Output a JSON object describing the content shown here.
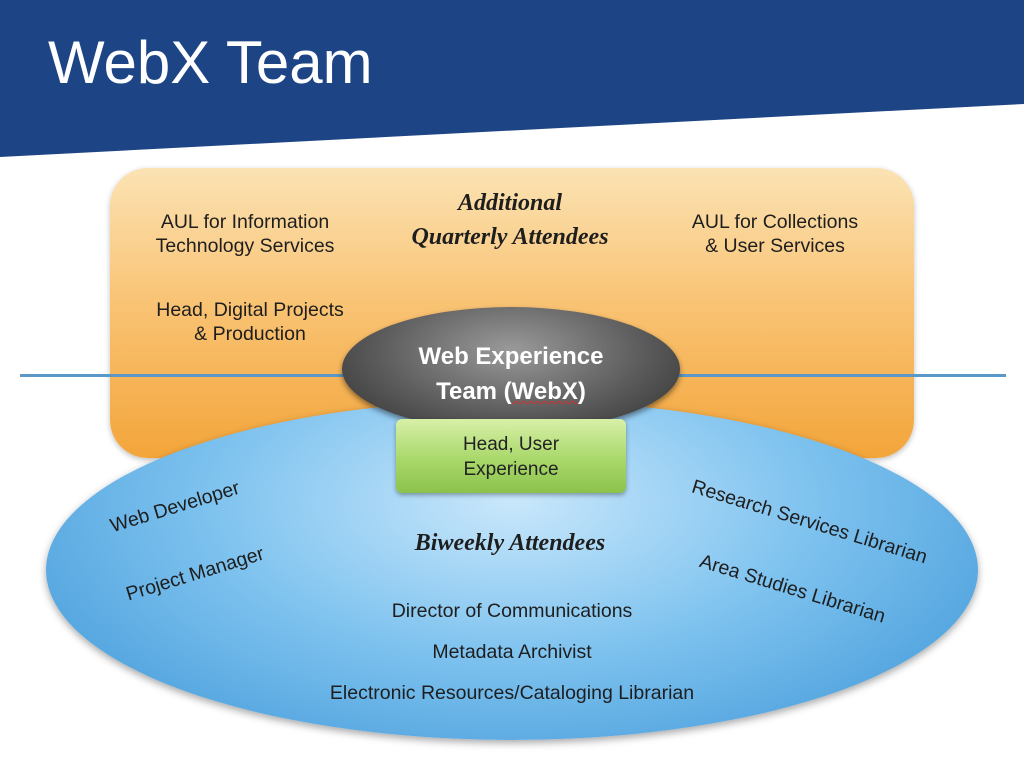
{
  "slide": {
    "title": "WebX Team"
  },
  "quarterly": {
    "heading_line1": "Additional",
    "heading_line2": "Quarterly Attendees",
    "aul_its_line1": "AUL for Information",
    "aul_its_line2": "Technology Services",
    "aul_collections_line1": "AUL for Collections",
    "aul_collections_line2": "& User Services",
    "head_digital_line1": "Head, Digital Projects",
    "head_digital_line2": "& Production"
  },
  "core": {
    "line1": "Web Experience",
    "line2_prefix": "Team (",
    "line2_word": "WebX",
    "line2_suffix": ")"
  },
  "head_ux": {
    "line1": "Head, User",
    "line2": "Experience"
  },
  "biweekly": {
    "heading": "Biweekly Attendees",
    "web_developer": "Web Developer",
    "project_manager": "Project Manager",
    "research_services": "Research Services Librarian",
    "area_studies": "Area Studies Librarian",
    "director_comms": "Director of Communications",
    "metadata_archivist": "Metadata Archivist",
    "electronic_resources": "Electronic Resources/Cataloging Librarian"
  },
  "colors": {
    "banner": "#1d4585",
    "quarterly_fill": "#f9c476",
    "biweekly_fill": "#7fc3ef",
    "core_fill": "#5c5c5c",
    "head_ux_fill": "#a9d86a"
  }
}
